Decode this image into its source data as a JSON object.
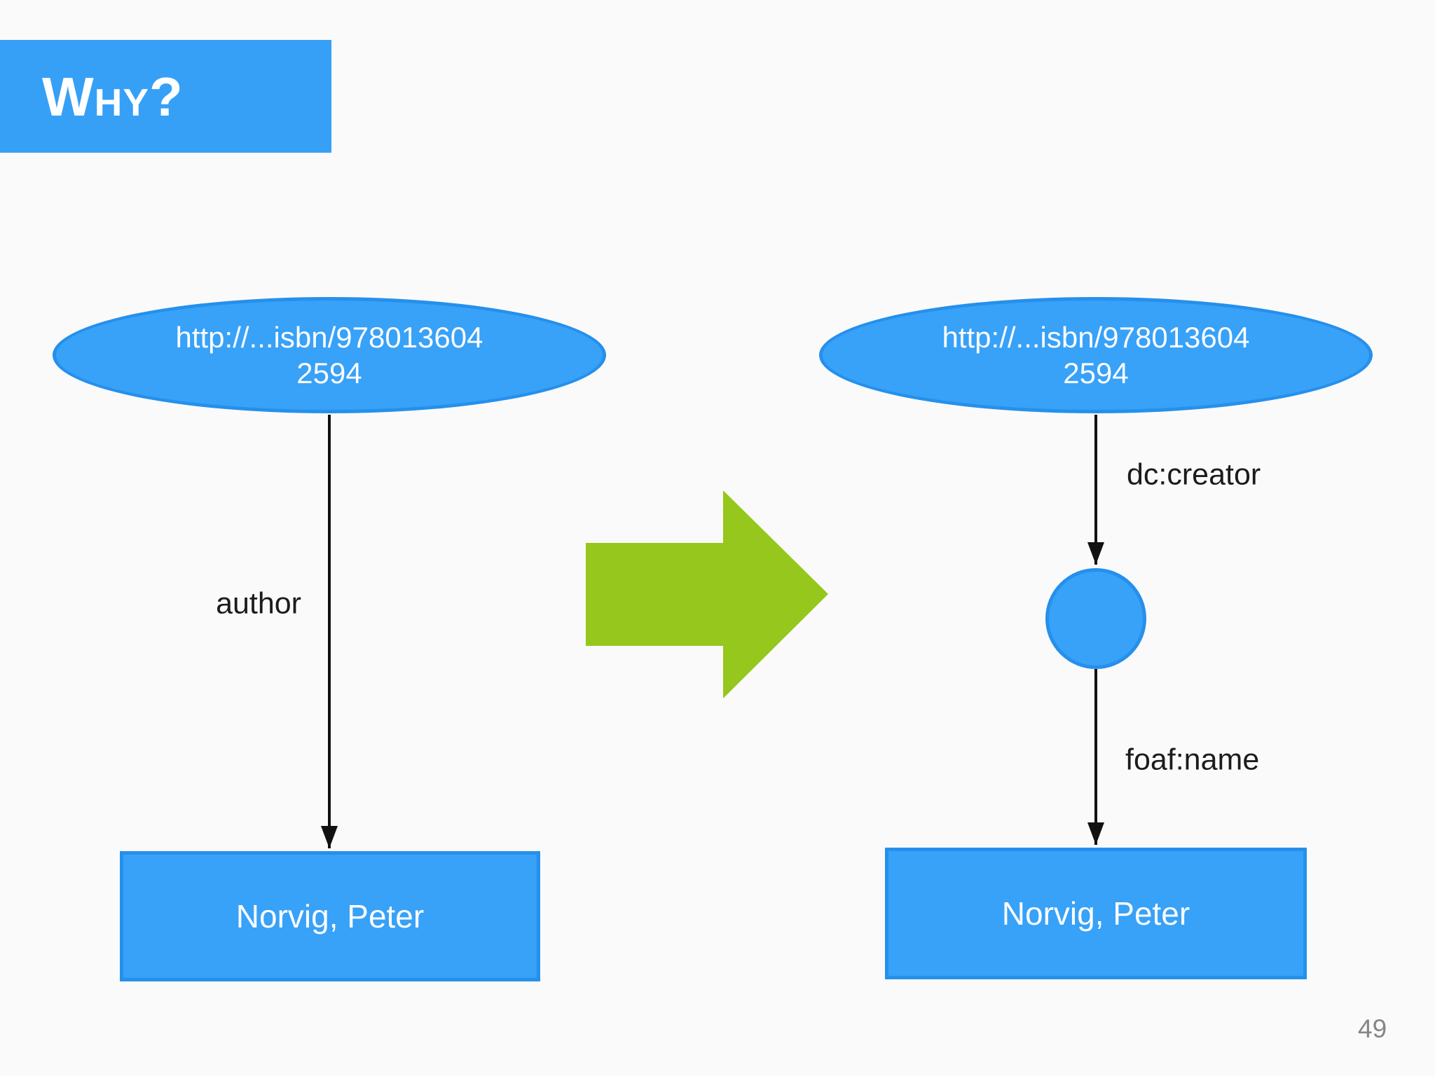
{
  "slide": {
    "title": "Why?",
    "page_number": "49",
    "background": "#fbfafa"
  },
  "colors": {
    "title_bar_blue": "#36a0f7",
    "node_fill_blue": "#38a1f8",
    "node_border_blue": "#2590ec",
    "node_text_white": "#fafcfe",
    "edge_label_black": "#1c1c1c",
    "connector_black": "#111111",
    "transform_arrow_green": "#95c71c",
    "page_number_gray": "#868686"
  },
  "before_graph": {
    "subject_node": {
      "line1": "http://...isbn/978013604",
      "line2": "2594"
    },
    "edge_label": "author",
    "object_node": "Norvig, Peter"
  },
  "after_graph": {
    "subject_node": {
      "line1": "http://...isbn/978013604",
      "line2": "2594"
    },
    "edge1_label": "dc:creator",
    "blank_node_label": "",
    "edge2_label": "foaf:name",
    "object_node": "Norvig, Peter"
  },
  "icons": {
    "transform_arrow": "right-arrow"
  }
}
